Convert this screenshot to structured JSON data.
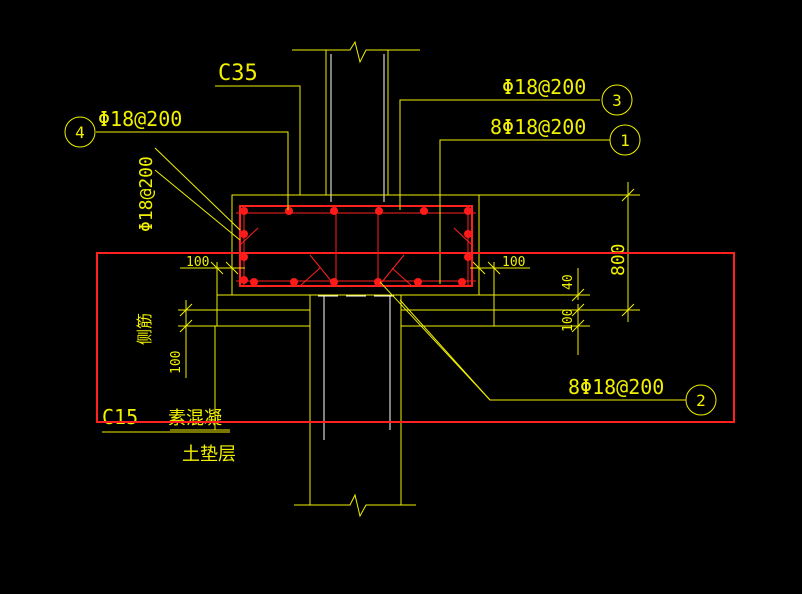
{
  "labels": {
    "concrete_upper": "C35",
    "rebar_4": "Φ18@200",
    "rebar_3": "Φ18@200",
    "rebar_1": "8Φ18@200",
    "rebar_2": "8Φ18@200",
    "rebar_vertical": "Φ18@200",
    "dim_800": "800",
    "dim_100_left": "100",
    "dim_100_right": "100",
    "dim_40": "40",
    "dim_100_lower": "100",
    "dim_100_side": "100",
    "side_label": "侧筋",
    "concrete_lower": "C15",
    "bedding_1": "素混凝",
    "bedding_2": "土垫层"
  },
  "callouts": {
    "c1": "1",
    "c2": "2",
    "c3": "3",
    "c4": "4"
  },
  "colors": {
    "background": "#000000",
    "lines": "#f0f000",
    "rebar": "#ff2020",
    "highlight": "#ff2020",
    "column": "#ffffff"
  }
}
